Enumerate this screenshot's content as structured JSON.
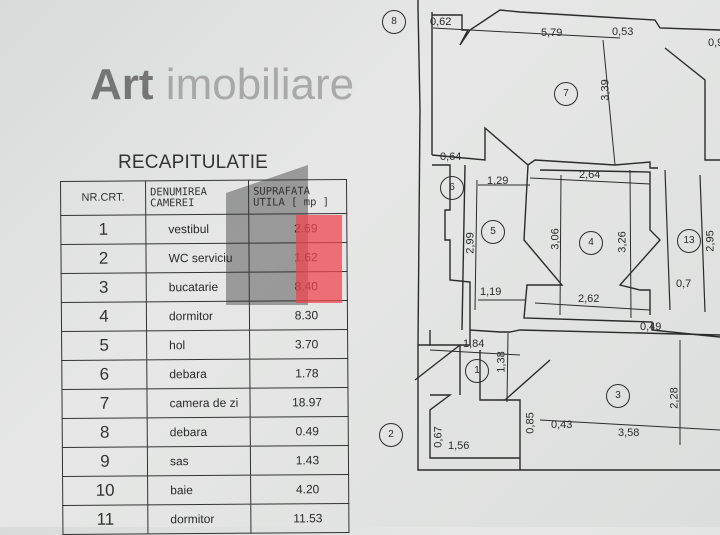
{
  "table": {
    "title": "RECAPITULATIE",
    "headers": [
      "NR.CRT.",
      "DENUMIREA CAMEREI",
      "SUPRAFATA UTILA [ mp ]"
    ],
    "header_lines": {
      "col2a": "DENUMIREA",
      "col2b": "CAMEREI",
      "col3a": "SUPRAFATA",
      "col3b": "UTILA [ mp ]"
    },
    "rows": [
      {
        "nr": "1",
        "name": "vestibul",
        "area": "2.69"
      },
      {
        "nr": "2",
        "name": "WC serviciu",
        "area": "1.62"
      },
      {
        "nr": "3",
        "name": "bucatarie",
        "area": "8.40"
      },
      {
        "nr": "4",
        "name": "dormitor",
        "area": "8.30"
      },
      {
        "nr": "5",
        "name": "hol",
        "area": "3.70"
      },
      {
        "nr": "6",
        "name": "debara",
        "area": "1.78"
      },
      {
        "nr": "7",
        "name": "camera de zi",
        "area": "18.97"
      },
      {
        "nr": "8",
        "name": "debara",
        "area": "0.49"
      },
      {
        "nr": "9",
        "name": "sas",
        "area": "1.43"
      },
      {
        "nr": "10",
        "name": "baie",
        "area": "4.20"
      },
      {
        "nr": "11",
        "name": "dormitor",
        "area": "11.53"
      }
    ]
  },
  "watermark": {
    "brand": "Art",
    "suffix": "imobiliare",
    "colors": {
      "gray": "#555555",
      "red": "#f04650"
    }
  },
  "plan": {
    "room_numbers": [
      "8",
      "7",
      "6",
      "5",
      "4",
      "13",
      "1",
      "3",
      "2"
    ],
    "dimensions": [
      "0,62",
      "5,79",
      "0,53",
      "0,9",
      "3,39",
      "0,64",
      "1,29",
      "2,64",
      "2,99",
      "3,06",
      "3,26",
      "2,95",
      "1,19",
      "2,62",
      "0,7",
      "0,49",
      "1,84",
      "1,38",
      "2,28",
      "0,85",
      "0,43",
      "3,58",
      "0,67",
      "1,56"
    ]
  }
}
